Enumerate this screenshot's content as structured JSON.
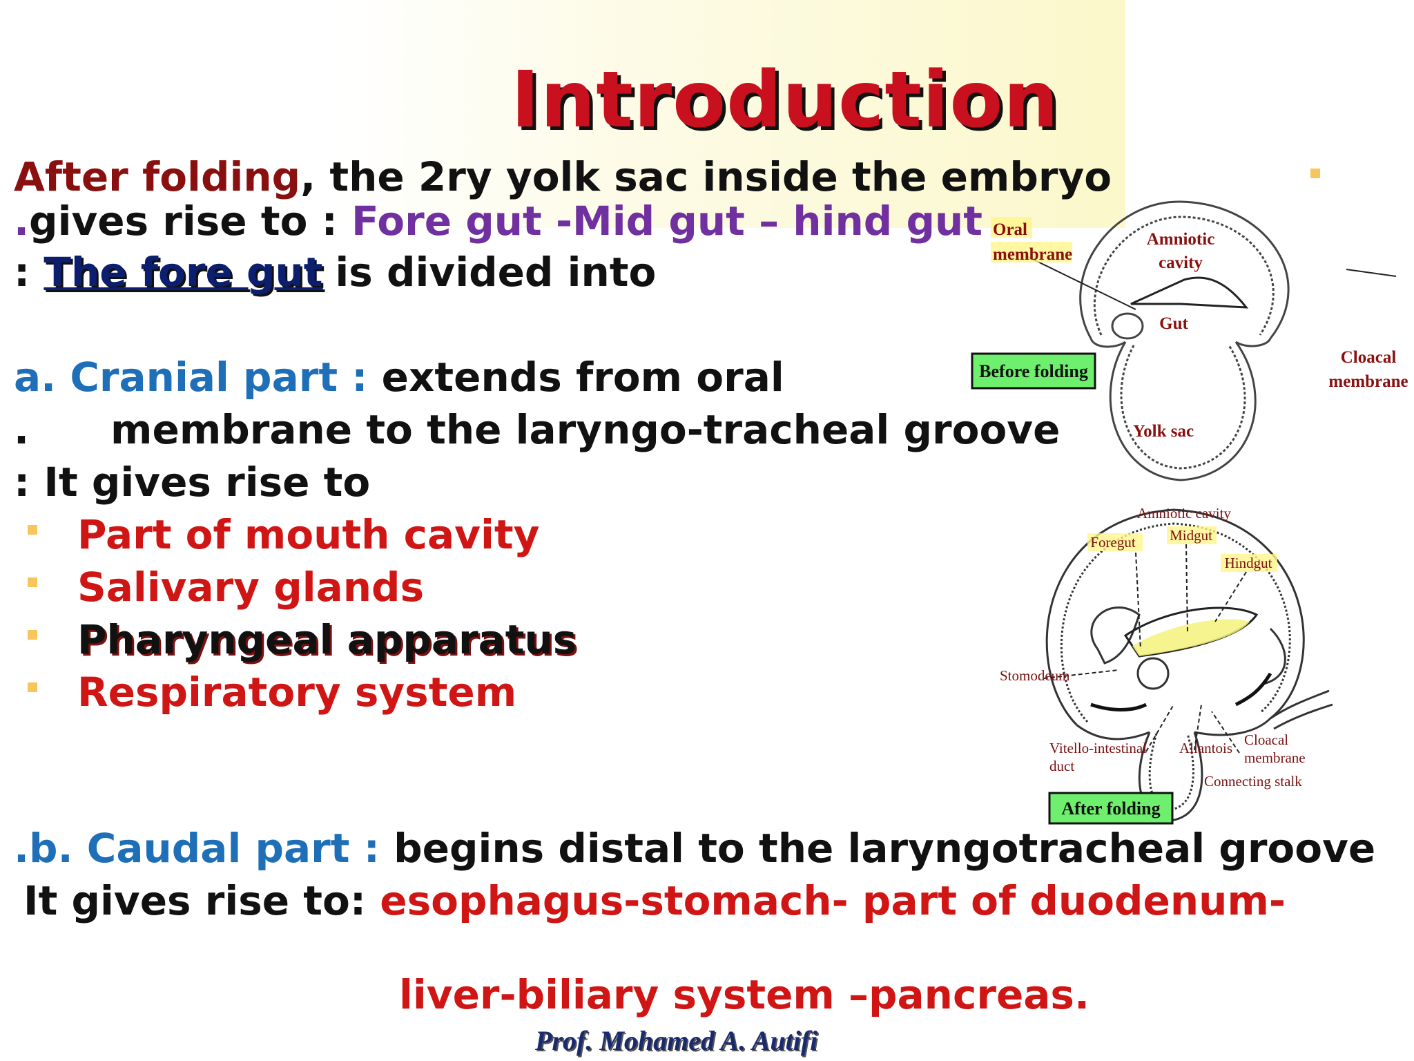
{
  "title": "Introduction",
  "intro": {
    "l1a": "After folding",
    "l1b": ", the 2ry yolk sac inside the embryo",
    "l2a": ".",
    "l2b": "gives rise to : ",
    "l2c": "Fore gut  -Mid gut – hind gut",
    "l3a": ": ",
    "l3b": "The fore gut ",
    "l3c": "is divided into"
  },
  "cranial": {
    "label": "a. Cranial part",
    "colon": " : ",
    "text1": "extends from oral",
    "dot": ".",
    "text2": "membrane to the laryngo-tracheal groove",
    "gives": ": It gives rise to",
    "items": [
      "Part of mouth cavity",
      "Salivary glands",
      "Pharyngeal  apparatus",
      "Respiratory system"
    ]
  },
  "caudal": {
    "dot": ".",
    "label": "b. Caudal part",
    "colon": " : ",
    "text": "begins distal to the laryngotracheal groove",
    "gives": "It gives rise to: ",
    "organs1": "esophagus-stomach- part of duodenum-",
    "organs2": "liver-biliary system –pancreas."
  },
  "author": "Prof. Mohamed A. Autifi",
  "figure_before": {
    "oral1": "Oral",
    "oral2": "membrane",
    "amn1": "Amniotic",
    "amn2": "cavity",
    "gut": "Gut",
    "clo1": "Cloacal",
    "clo2": "membrane",
    "yolk": "Yolk sac",
    "tag": "Before folding"
  },
  "figure_after": {
    "amn": "Amniotic cavity",
    "foregut": "Foregut",
    "midgut": "Midgut",
    "hindgut": "Hindgut",
    "stomo": "Stomodeum",
    "vit1": "Vitello-intestinal",
    "vit2": "duct",
    "allantois": "Allantois",
    "clo1": "Cloacal",
    "clo2": "membrane",
    "stalk": "Connecting stalk",
    "tag": "After folding"
  },
  "colors": {
    "title": "#c8101e",
    "dark_red": "#8a1010",
    "purple": "#7030a0",
    "blue": "#1f6fb8",
    "red": "#d01515",
    "navy": "#0b1f6e",
    "bullet": "#f7c55a",
    "tag_green": "#6ef06e"
  }
}
